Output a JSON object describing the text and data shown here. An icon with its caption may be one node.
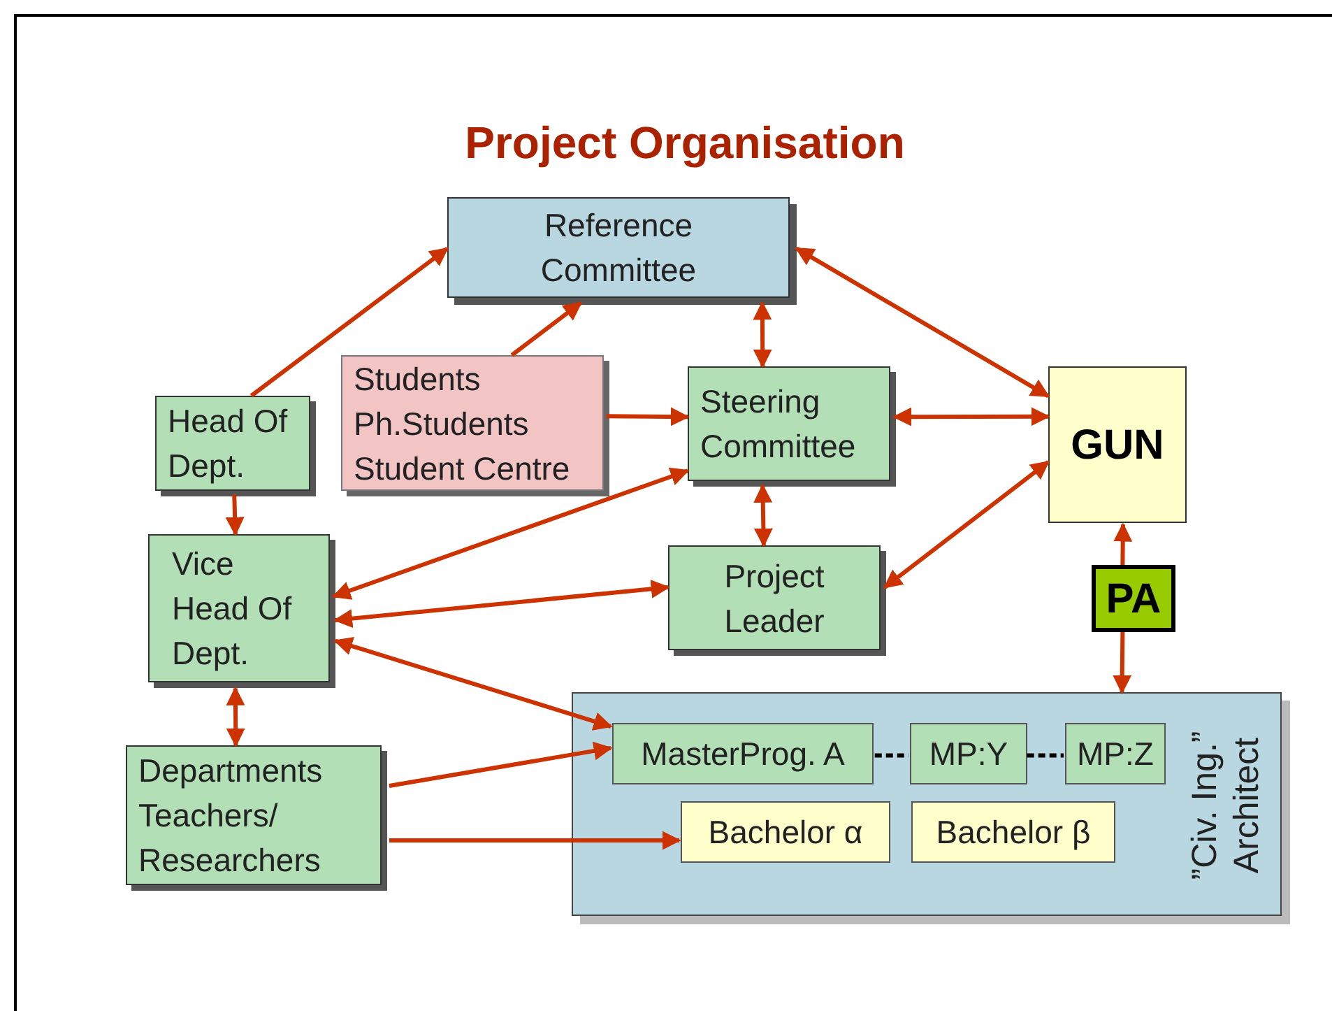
{
  "diagram": {
    "title": "Project Organisation",
    "nodes": [
      {
        "text": [
          "Reference Committee"
        ]
      },
      {
        "text": [
          "Students",
          "Ph.Students",
          "Student Centre"
        ]
      },
      {
        "text": [
          "Steering Committee"
        ]
      },
      {
        "text": [
          "Head Of Dept."
        ]
      },
      {
        "text": [
          "GUN"
        ]
      },
      {
        "text": [
          "Vice Head Of Dept."
        ]
      },
      {
        "text": [
          "Project Leader"
        ]
      },
      {
        "text": [
          "PA"
        ]
      },
      {
        "text": [
          "”Civ. Ing.” Architect"
        ]
      },
      {
        "text": [
          "Departments Teachers/ Researchers"
        ]
      },
      {
        "text": [
          "MasterProg. A"
        ],
        "in": 8
      },
      {
        "text": [
          "MP:Y"
        ],
        "in": 8
      },
      {
        "text": [
          "MP:Z"
        ],
        "in": 8
      },
      {
        "text": [
          "Bachelor α"
        ],
        "in": 8
      },
      {
        "text": [
          "Bachelor β"
        ],
        "in": 8
      }
    ],
    "edges": [
      {
        "from": 3,
        "to": 0,
        "arrow": "to"
      },
      {
        "from": 1,
        "to": 0,
        "arrow": "to"
      },
      {
        "from": 0,
        "to": 4,
        "arrow": "both"
      },
      {
        "from": 0,
        "to": 2,
        "arrow": "both"
      },
      {
        "from": 1,
        "to": 2,
        "arrow": "to"
      },
      {
        "from": 2,
        "to": 4,
        "arrow": "both"
      },
      {
        "from": 2,
        "to": 5,
        "arrow": "both"
      },
      {
        "from": 2,
        "to": 6,
        "arrow": "both"
      },
      {
        "from": 3,
        "to": 5,
        "arrow": "to"
      },
      {
        "from": 5,
        "to": 6,
        "arrow": "both"
      },
      {
        "from": 6,
        "to": 4,
        "arrow": "both"
      },
      {
        "from": 7,
        "to": 4,
        "arrow": "to"
      },
      {
        "from": 7,
        "to": 8,
        "arrow": "to"
      },
      {
        "from": 5,
        "to": 10,
        "arrow": "both"
      },
      {
        "from": 5,
        "to": 9,
        "arrow": "both"
      },
      {
        "from": 9,
        "to": 10,
        "arrow": "to"
      },
      {
        "from": 9,
        "to": 13,
        "arrow": "to"
      },
      {
        "from": 10,
        "to": 11,
        "arrow": "none",
        "style": "dashed",
        "color": "#000000"
      },
      {
        "from": 11,
        "to": 12,
        "arrow": "none",
        "style": "dashed",
        "color": "#000000"
      }
    ]
  }
}
